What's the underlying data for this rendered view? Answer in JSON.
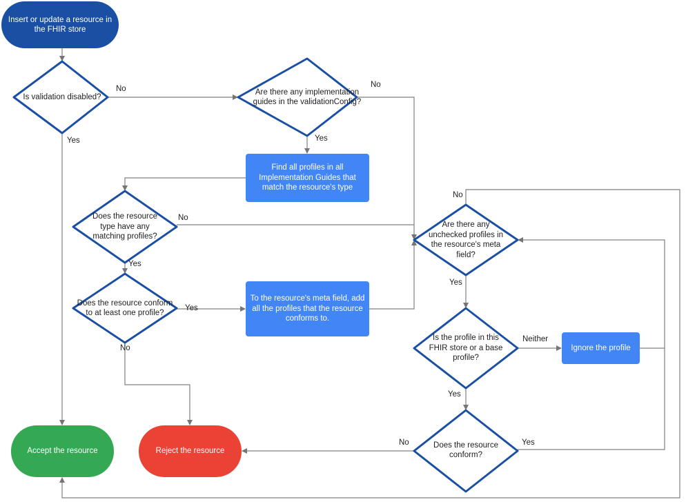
{
  "colors": {
    "start": "#1a4fa3",
    "process": "#4285f4",
    "decision_border": "#1a4fa3",
    "accept": "#34a853",
    "reject": "#ea4335",
    "connector": "#757575"
  },
  "nodes": {
    "start": "Insert or update a resource in the FHIR store",
    "validation_disabled": "Is validation disabled?",
    "implementation_guides": "Are there any implementation guides in the validationConfig?",
    "find_profiles": "Find all profiles in all Implementation Guides that match the resource's type",
    "matching_profiles": "Does the resource type have any matching profiles?",
    "conform_one": "Does the resource conform to at least one profile?",
    "add_profiles": "To the resource's meta field, add all the profiles that the resource conforms to.",
    "unchecked_profiles": "Are there any unchecked profiles in the resource's meta field?",
    "profile_store": "Is the profile in this FHIR store or a base profile?",
    "ignore_profile": "Ignore the profile",
    "resource_conform": "Does the resource conform?",
    "accept": "Accept the resource",
    "reject": "Reject the resource"
  },
  "edge_labels": {
    "d1_no": "No",
    "d1_yes": "Yes",
    "d2_no": "No",
    "d2_yes": "Yes",
    "d3_no": "No",
    "d3_yes": "Yes",
    "d4_yes": "Yes",
    "d4_no": "No",
    "d5_no": "No",
    "d5_yes": "Yes",
    "d6_neither": "Neither",
    "d6_yes": "Yes",
    "d7_no": "No",
    "d7_yes": "Yes"
  }
}
